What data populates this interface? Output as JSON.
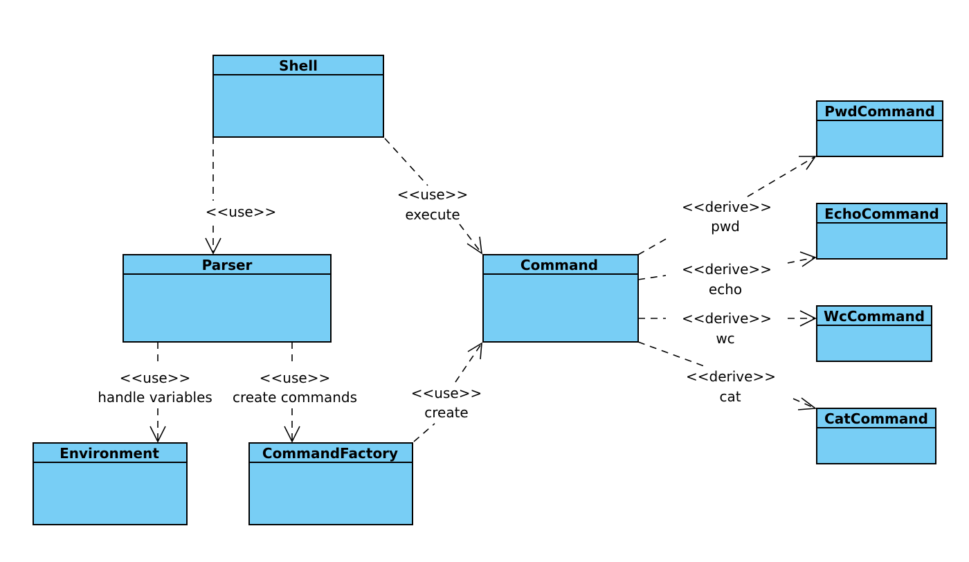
{
  "classes": {
    "shell": "Shell",
    "parser": "Parser",
    "command": "Command",
    "environment": "Environment",
    "command_factory": "CommandFactory",
    "pwd_command": "PwdCommand",
    "echo_command": "EchoCommand",
    "wc_command": "WcCommand",
    "cat_command": "CatCommand"
  },
  "edges": {
    "shell_parser": {
      "stereotype": "<<use>>"
    },
    "shell_command": {
      "stereotype": "<<use>>",
      "name": "execute"
    },
    "parser_environment": {
      "stereotype": "<<use>>",
      "name": "handle variables"
    },
    "parser_factory": {
      "stereotype": "<<use>>",
      "name": "create commands"
    },
    "factory_command": {
      "stereotype": "<<use>>",
      "name": "create"
    },
    "command_pwd": {
      "stereotype": "<<derive>>",
      "name": "pwd"
    },
    "command_echo": {
      "stereotype": "<<derive>>",
      "name": "echo"
    },
    "command_wc": {
      "stereotype": "<<derive>>",
      "name": "wc"
    },
    "command_cat": {
      "stereotype": "<<derive>>",
      "name": "cat"
    }
  },
  "colors": {
    "class_fill": "#78cef5",
    "stroke": "#000000"
  }
}
